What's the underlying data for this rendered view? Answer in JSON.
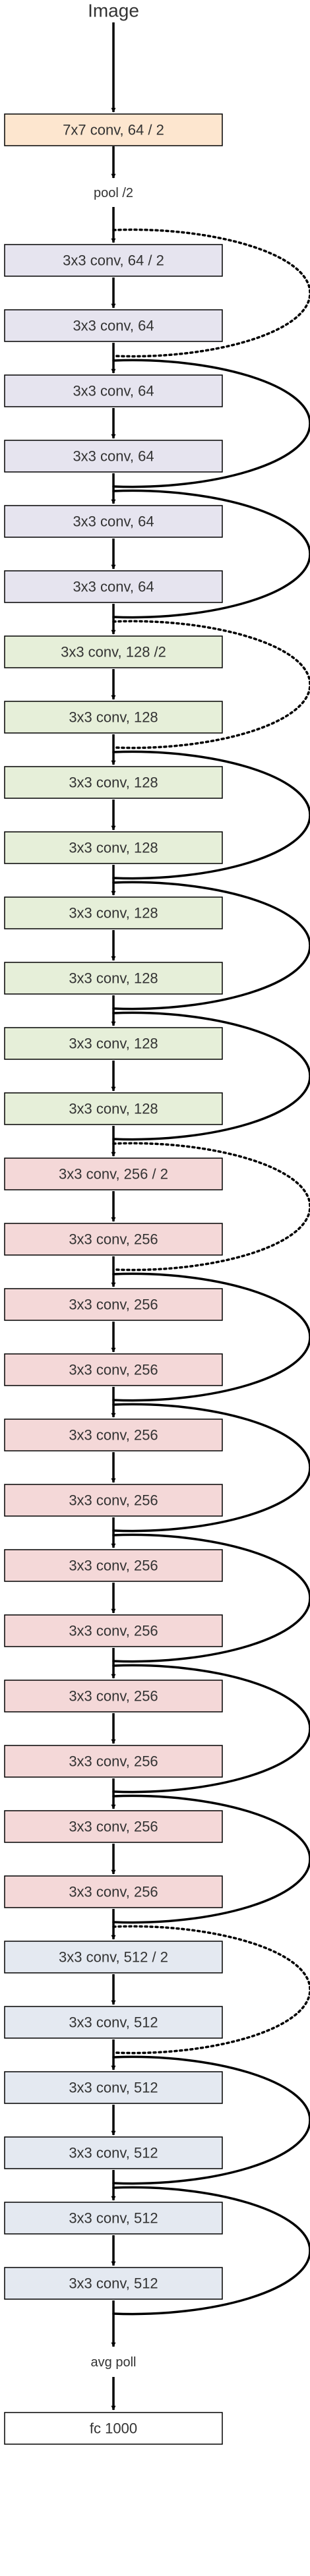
{
  "title": "Image",
  "pool_label": "pool /2",
  "avgpool_label": "avg poll",
  "fc_label": "fc 1000",
  "colors": {
    "first_conv": "#fde6cf",
    "stage_64": "#e6e4ef",
    "stage_128": "#e6efd9",
    "stage_256": "#f4d8d8",
    "stage_512": "#e4e9f1",
    "fc": "#ffffff",
    "stroke": "#000000"
  },
  "first_conv_label": "7x7 conv, 64 / 2",
  "stages": [
    {
      "key": "stage_64",
      "layers": [
        "3x3 conv, 64 / 2",
        "3x3 conv, 64",
        "3x3 conv, 64",
        "3x3 conv, 64",
        "3x3 conv, 64",
        "3x3 conv, 64"
      ]
    },
    {
      "key": "stage_128",
      "layers": [
        "3x3 conv, 128 /2",
        "3x3 conv, 128",
        "3x3 conv, 128",
        "3x3 conv, 128",
        "3x3 conv, 128",
        "3x3 conv, 128",
        "3x3 conv, 128",
        "3x3 conv, 128"
      ]
    },
    {
      "key": "stage_256",
      "layers": [
        "3x3 conv, 256 / 2",
        "3x3 conv, 256",
        "3x3 conv, 256",
        "3x3 conv, 256",
        "3x3 conv, 256",
        "3x3 conv, 256",
        "3x3 conv, 256",
        "3x3 conv, 256",
        "3x3 conv, 256",
        "3x3 conv, 256",
        "3x3 conv, 256",
        "3x3 conv, 256"
      ]
    },
    {
      "key": "stage_512",
      "layers": [
        "3x3 conv, 512 / 2",
        "3x3 conv, 512",
        "3x3 conv, 512",
        "3x3 conv, 512",
        "3x3 conv, 512",
        "3x3 conv, 512"
      ]
    }
  ]
}
